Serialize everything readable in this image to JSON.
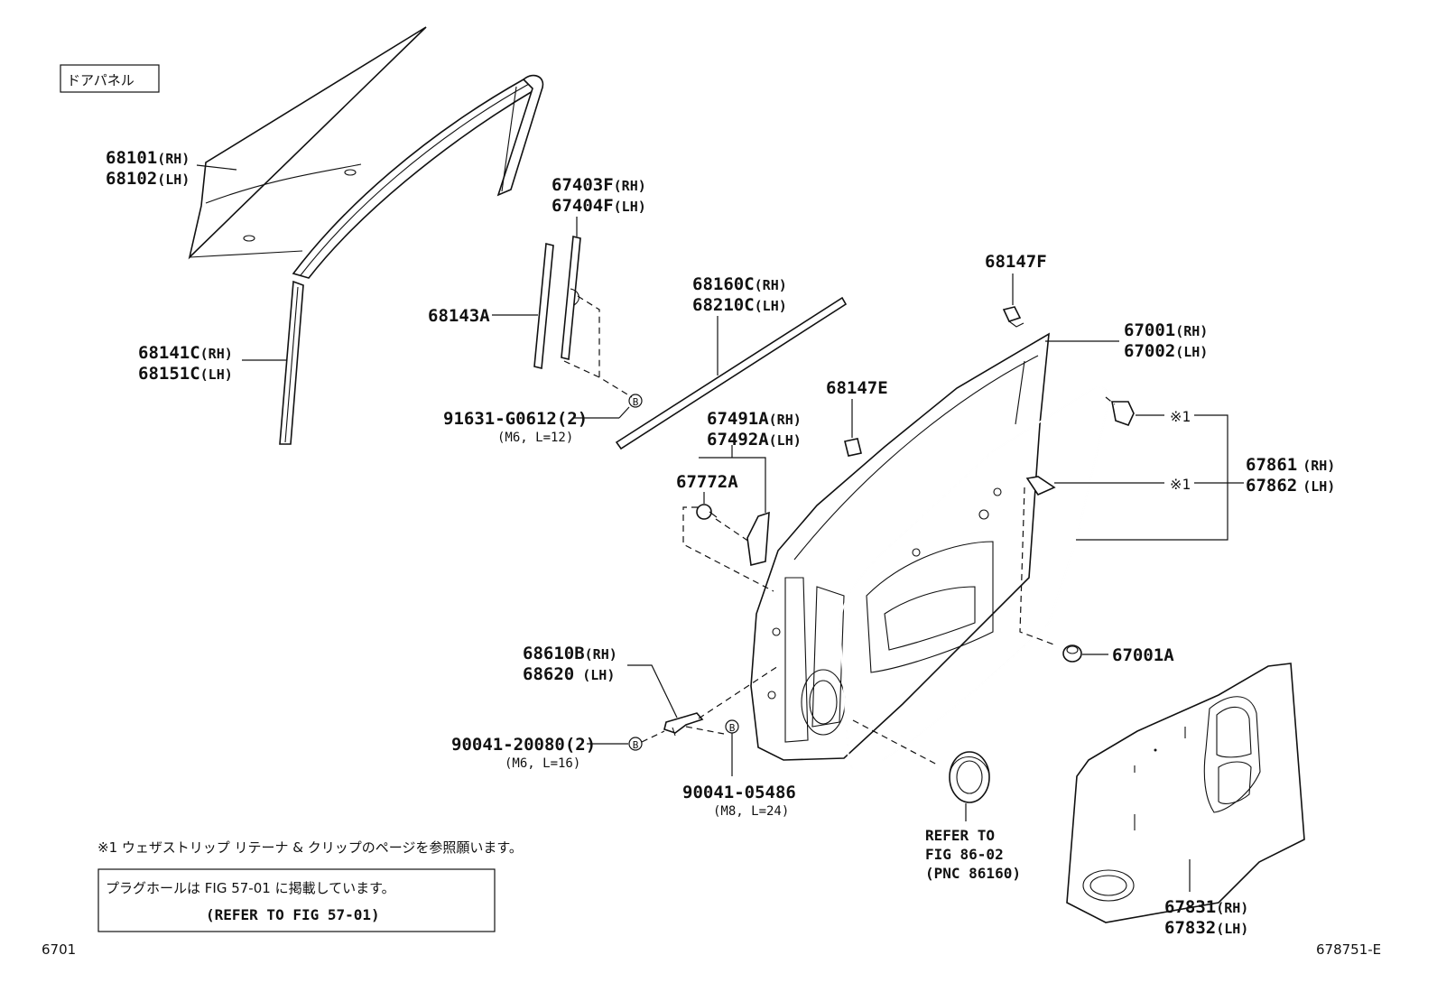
{
  "section_title": "ドアパネル",
  "parts": {
    "glass": {
      "rh": "68101",
      "rh_suffix": "(RH)",
      "lh": "68102",
      "lh_suffix": "(LH)"
    },
    "run_channel": {
      "rh": "67403F",
      "rh_suffix": "(RH)",
      "lh": "67404F",
      "lh_suffix": "(LH)"
    },
    "channel_a": {
      "code": "68143A"
    },
    "run_rear": {
      "rh": "68141C",
      "rh_suffix": "(RH)",
      "lh": "68151C",
      "lh_suffix": "(LH)"
    },
    "belt_molding": {
      "rh": "68160C",
      "rh_suffix": "(RH)",
      "lh": "68210C",
      "lh_suffix": "(LH)"
    },
    "clip_f": {
      "code": "68147F"
    },
    "door_panel": {
      "rh": "67001",
      "rh_suffix": "(RH)",
      "lh": "67002",
      "lh_suffix": "(LH)"
    },
    "clip_e": {
      "code": "68147E"
    },
    "bolt_b1": {
      "code": "91631-G0612(2)",
      "spec": "(M6, L=12)"
    },
    "cover": {
      "rh": "67491A",
      "rh_suffix": "(RH)",
      "lh": "67492A",
      "lh_suffix": "(LH)"
    },
    "clip_a": {
      "code": "67772A"
    },
    "weatherstrip": {
      "rh": "67861",
      "rh_suffix": "(RH)",
      "lh": "67862",
      "lh_suffix": "(LH)"
    },
    "note_mark": "※1",
    "plug": {
      "code": "67001A"
    },
    "check": {
      "rh": "68610B",
      "rh_suffix": "(RH)",
      "lh": "68620",
      "lh_suffix": " (LH)"
    },
    "bolt_b2": {
      "code": "90041-20080(2)",
      "spec": "(M6, L=16)"
    },
    "bolt_b3": {
      "code": "90041-05486",
      "spec": "(M8, L=24)"
    },
    "speaker_ref": {
      "line1": "REFER TO",
      "line2": "FIG 86-02",
      "line3": "(PNC 86160)"
    },
    "trim": {
      "rh": "67831",
      "rh_suffix": "(RH)",
      "lh": "67832",
      "lh_suffix": "(LH)"
    },
    "callout_letter": "B"
  },
  "footnote": "※1 ウェザストリップ リテーナ & クリップのページを参照願います。",
  "plug_note": {
    "line1": "プラグホールは FIG 57-01 に掲載しています。",
    "line2": "(REFER TO FIG 57-01)"
  },
  "page_code": "6701",
  "figure_code": "678751-E"
}
